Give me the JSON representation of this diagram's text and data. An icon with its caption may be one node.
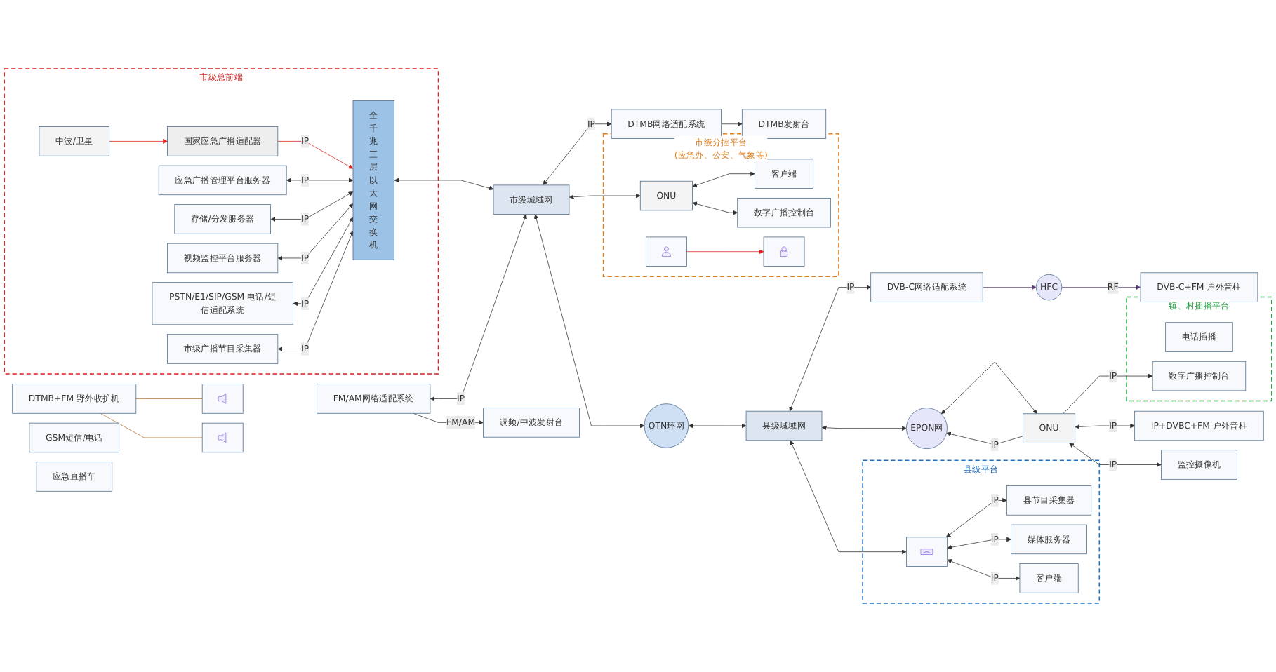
{
  "diagram": {
    "nodes": [
      {
        "text": [
          "市级总前端"
        ]
      },
      {
        "text": [
          "中波/卫星"
        ],
        "in": 0
      },
      {
        "text": [
          "国家应急广播适配器"
        ],
        "in": 0
      },
      {
        "text": [
          "全千兆三层以太网交换机"
        ],
        "in": 0
      },
      {
        "text": [
          "应急广播管理平台服务器"
        ],
        "in": 0
      },
      {
        "text": [
          "存储/分发服务器"
        ],
        "in": 0
      },
      {
        "text": [
          "视频监控平台服务器"
        ],
        "in": 0
      },
      {
        "text": [
          "PSTN/E1/SIP/GSM 电话/短信适配系统"
        ],
        "in": 0
      },
      {
        "text": [
          "市级广播节目采集器"
        ],
        "in": 0
      },
      {
        "text": [
          "市级城域网"
        ]
      },
      {
        "text": [
          "FM/AM网络适配系统"
        ]
      },
      {
        "text": [
          "调频/中波发射台"
        ]
      },
      {
        "text": [
          "DTMB网络适配系统"
        ]
      },
      {
        "text": [
          "DTMB发射台"
        ]
      },
      {
        "text": [
          "DTMB+FM 野外收扩机"
        ]
      },
      {
        "text": [],
        "shape": "picture"
      },
      {
        "text": [],
        "shape": "picture"
      },
      {
        "text": [
          "OTN环网"
        ]
      },
      {
        "text": [
          "DVB-C网络适配系统"
        ]
      },
      {
        "text": [
          "HFC"
        ]
      },
      {
        "text": [
          "DVB-C+FM 户外音柱"
        ]
      },
      {
        "text": [
          "县级城域网"
        ]
      },
      {
        "text": [
          "EPON网"
        ]
      },
      {
        "text": [
          "ONU"
        ]
      },
      {
        "text": [
          "IP+DVBC+FM 户外音柱"
        ]
      },
      {
        "text": [
          "监控摄像机"
        ]
      },
      {
        "text": [
          "市级分控平台",
          "(应急办、公安、气象等)"
        ]
      },
      {
        "text": [
          "ONU"
        ],
        "in": 26
      },
      {
        "text": [
          "客户端"
        ],
        "in": 26
      },
      {
        "text": [
          "数字广播控制台"
        ],
        "in": 26
      },
      {
        "text": [],
        "shape": "picture",
        "in": 26
      },
      {
        "text": [],
        "shape": "person",
        "in": 26
      },
      {
        "text": [
          "县级平台"
        ]
      },
      {
        "text": [],
        "shape": "picture",
        "in": 32
      },
      {
        "text": [
          "县节目采集器"
        ],
        "in": 32
      },
      {
        "text": [
          "媒体服务器"
        ],
        "in": 32
      },
      {
        "text": [
          "客户端"
        ],
        "in": 32
      },
      {
        "text": [
          "镇、村插播平台"
        ]
      },
      {
        "text": [
          "电话插播"
        ],
        "in": 37
      },
      {
        "text": [
          "数字广播控制台"
        ],
        "in": 37
      },
      {
        "text": [
          "GSM短信/电话"
        ]
      },
      {
        "text": [
          "应急直播车"
        ]
      }
    ],
    "edges": [
      {
        "from": 1,
        "to": 2,
        "arrow": "to",
        "color": "#e02020"
      },
      {
        "from": 2,
        "to": 3,
        "arrow": "to",
        "label": "IP",
        "color": "#e02020"
      },
      {
        "from": 4,
        "to": 3,
        "arrow": "both",
        "label": "IP"
      },
      {
        "from": 5,
        "to": 3,
        "arrow": "both",
        "label": "IP"
      },
      {
        "from": 6,
        "to": 3,
        "arrow": "both",
        "label": "IP"
      },
      {
        "from": 7,
        "to": 3,
        "arrow": "both",
        "label": "IP"
      },
      {
        "from": 8,
        "to": 3,
        "arrow": "both",
        "label": "IP"
      },
      {
        "from": 3,
        "to": 9,
        "arrow": "both"
      },
      {
        "from": 9,
        "to": 10,
        "arrow": "both",
        "label": "IP"
      },
      {
        "from": 10,
        "to": 11,
        "arrow": "to",
        "label": "FM/AM"
      },
      {
        "from": 9,
        "to": 12,
        "arrow": "both",
        "label": "IP"
      },
      {
        "from": 12,
        "to": 13,
        "arrow": "to"
      },
      {
        "from": 14,
        "to": 15,
        "arrow": "none",
        "color": "#b07030"
      },
      {
        "from": 14,
        "to": 16,
        "arrow": "none",
        "color": "#b07030"
      },
      {
        "from": 9,
        "to": 27,
        "arrow": "both"
      },
      {
        "from": 9,
        "to": 17,
        "arrow": "both"
      },
      {
        "from": 17,
        "to": 21,
        "arrow": "both"
      },
      {
        "from": 21,
        "to": 18,
        "arrow": "both",
        "label": "IP"
      },
      {
        "from": 18,
        "to": 19,
        "arrow": "to",
        "color": "#5a3f7a"
      },
      {
        "from": 19,
        "to": 20,
        "arrow": "to",
        "label": "RF",
        "color": "#5a3f7a"
      },
      {
        "from": 21,
        "to": 22,
        "arrow": "both"
      },
      {
        "from": 22,
        "to": 23,
        "arrow": "both"
      },
      {
        "from": 23,
        "to": 22,
        "arrow": "to",
        "label": "IP"
      },
      {
        "from": 23,
        "to": 39,
        "arrow": "to",
        "label": "IP"
      },
      {
        "from": 23,
        "to": 24,
        "arrow": "both",
        "label": "IP"
      },
      {
        "from": 23,
        "to": 25,
        "arrow": "both",
        "label": "IP"
      },
      {
        "from": 27,
        "to": 28,
        "arrow": "both"
      },
      {
        "from": 27,
        "to": 29,
        "arrow": "both"
      },
      {
        "from": 31,
        "to": 30,
        "arrow": "to",
        "color": "#e02020"
      },
      {
        "from": 21,
        "to": 33,
        "arrow": "both"
      },
      {
        "from": 33,
        "to": 34,
        "arrow": "both",
        "label": "IP"
      },
      {
        "from": 33,
        "to": 35,
        "arrow": "both",
        "label": "IP"
      },
      {
        "from": 33,
        "to": 36,
        "arrow": "both",
        "label": "IP"
      }
    ]
  }
}
